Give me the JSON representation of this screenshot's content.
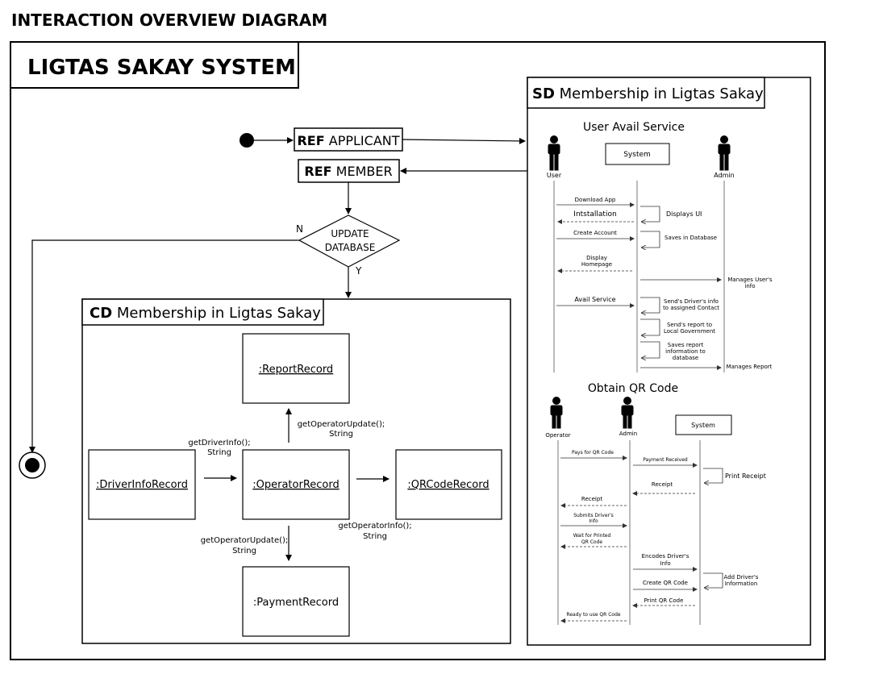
{
  "page_title": "INTERACTION OVERVIEW DIAGRAM",
  "frame_title": "LIGTAS SAKAY SYSTEM",
  "ref_applicant": {
    "keyword": "REF",
    "label": "APPLICANT"
  },
  "ref_member": {
    "keyword": "REF",
    "label": "MEMBER"
  },
  "decision": {
    "line1": "UPDATE",
    "line2": "DATABASE",
    "no": "N",
    "yes": "Y"
  },
  "cd": {
    "keyword": "CD",
    "title": "Membership in Ligtas Sakay",
    "classes": {
      "report": ":ReportRecord",
      "driver": ":DriverInfoRecord",
      "operator": ":OperatorRecord",
      "qr": ":QRCodeRecord",
      "payment": ":PaymentRecord"
    },
    "messages": {
      "driver_info": [
        "getDriverInfo();",
        "String"
      ],
      "operator_update_report": [
        "getOperatorUpdate();",
        "String"
      ],
      "operator_update_payment": [
        "getOperatorUpdate();",
        "String"
      ],
      "operator_info": [
        "getOperatorInfo();",
        "String"
      ]
    }
  },
  "sd": {
    "keyword": "SD",
    "title": "Membership in Ligtas Sakay",
    "user_avail": {
      "heading": "User Avail Service",
      "actor_user": "User",
      "system": "System",
      "actor_admin": "Admin",
      "download_app": "Download App",
      "installation": "Intstallation",
      "displays_ui": "Displays UI",
      "create_account": "Create Account",
      "saves_db": "Saves in Database",
      "display_homepage": [
        "Display",
        "Homepage"
      ],
      "manages_user": [
        "Manages User's",
        "info"
      ],
      "avail_service": "Avail Service",
      "sends_contact": [
        "Send's Driver's info",
        "to assigned Contact"
      ],
      "sends_local": [
        "Send's report to",
        "Local Government"
      ],
      "saves_report": [
        "Saves report",
        "information to",
        "database"
      ],
      "manages_report": "Manages Report"
    },
    "qr": {
      "heading": "Obtain QR Code",
      "actor_operator": "Operator",
      "actor_admin": "Admin",
      "system": "System",
      "pays": "Pays for QR Code",
      "payment_received": "Payment Received",
      "print_receipt": "Print Receipt",
      "receipt_sys": "Receipt",
      "receipt_op": "Receipt",
      "submits": [
        "Submits Driver's",
        "Info"
      ],
      "wait": [
        "Wait for Printed",
        "QR Code"
      ],
      "encodes": [
        "Encodes Driver's",
        "Info"
      ],
      "add_driver": [
        "Add Driver's",
        "Information"
      ],
      "create_qr": "Create QR Code",
      "print_qr": "Print QR Code",
      "ready": "Ready to use QR Code"
    }
  }
}
